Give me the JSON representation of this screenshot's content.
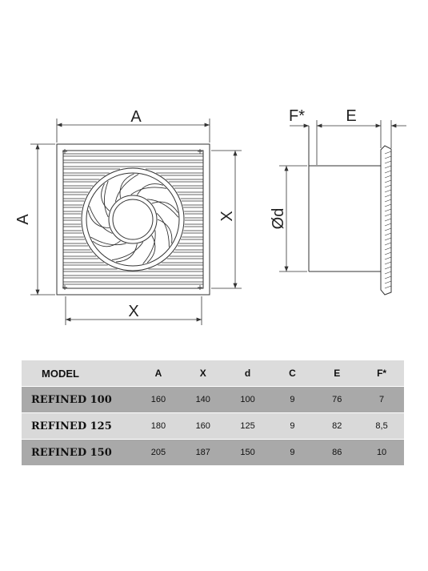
{
  "drawing": {
    "front_width_label": "A",
    "front_height_label": "A",
    "hole_height_label": "X",
    "hole_width_label": "X",
    "side_flange_label": "F*",
    "side_depth_label": "E",
    "side_diameter_label": "Ød"
  },
  "table": {
    "headers": [
      "MODEL",
      "A",
      "X",
      "d",
      "C",
      "E",
      "F*"
    ],
    "rows": [
      [
        "REFINED 100",
        "160",
        "140",
        "100",
        "9",
        "76",
        "7"
      ],
      [
        "REFINED 125",
        "180",
        "160",
        "125",
        "9",
        "82",
        "8,5"
      ],
      [
        "REFINED 150",
        "205",
        "187",
        "150",
        "9",
        "86",
        "10"
      ]
    ]
  }
}
